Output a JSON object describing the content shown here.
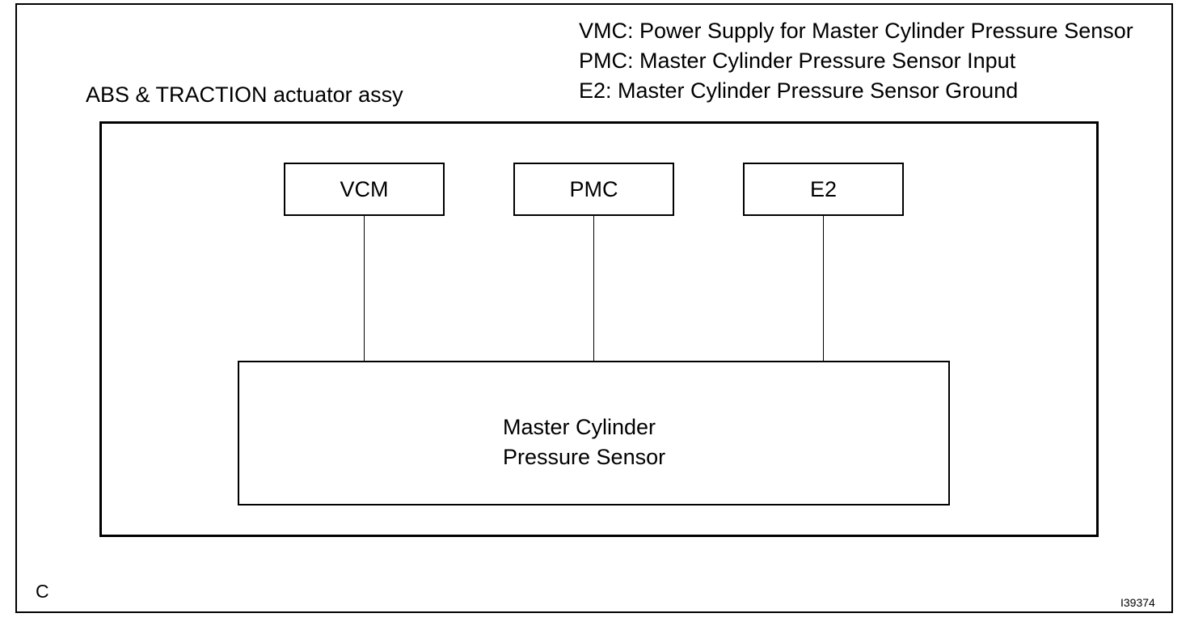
{
  "legend": [
    "VMC: Power Supply for Master Cylinder Pressure Sensor",
    "PMC: Master Cylinder Pressure Sensor Input",
    "E2: Master Cylinder Pressure Sensor Ground"
  ],
  "assembly": {
    "label": "ABS & TRACTION actuator assy"
  },
  "terminals": [
    "VCM",
    "PMC",
    "E2"
  ],
  "sensor": {
    "line1": "Master Cylinder",
    "line2": "Pressure Sensor"
  },
  "corner_letter": "C",
  "figure_id": "I39374"
}
